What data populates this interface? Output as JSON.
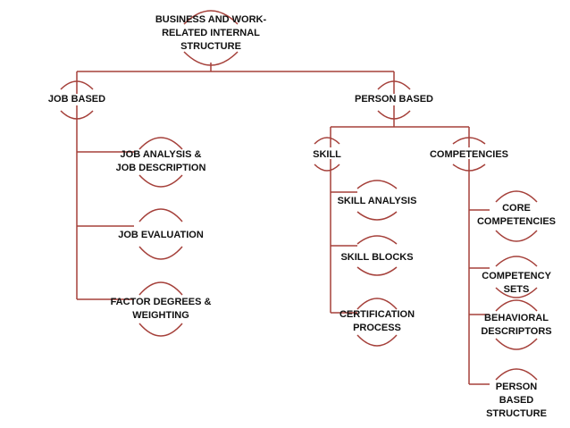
{
  "colors": {
    "line": "#a5403a",
    "text": "#111111",
    "background": "#ffffff"
  },
  "nodes": {
    "root": "BUSINESS AND WORK-\nRELATED INTERNAL\nSTRUCTURE",
    "job_based": "JOB BASED",
    "person_based": "PERSON BASED",
    "job_analysis": "JOB ANALYSIS &\nJOB DESCRIPTION",
    "job_evaluation": "JOB EVALUATION",
    "factor_degrees": "FACTOR DEGREES &\nWEIGHTING",
    "skill": "SKILL",
    "competencies": "COMPETENCIES",
    "skill_analysis": "SKILL ANALYSIS",
    "skill_blocks": "SKILL BLOCKS",
    "certification": "CERTIFICATION\nPROCESS",
    "core_competencies": "CORE\nCOMPETENCIES",
    "competency_sets": "COMPETENCY SETS",
    "behavioral_descriptors": "BEHAVIORAL\nDESCRIPTORS",
    "person_based_structure": "PERSON BASED\nSTRUCTURE"
  }
}
